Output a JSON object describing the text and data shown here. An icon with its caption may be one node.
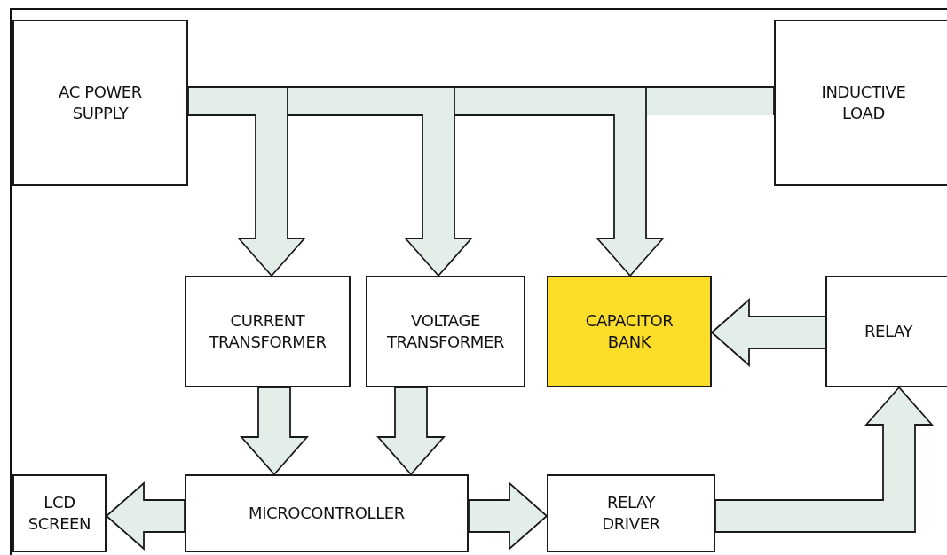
{
  "diagram": {
    "nodes": [
      {
        "text": [
          "AC POWER SUPPLY"
        ]
      },
      {
        "text": [
          "INDUCTIVE LOAD"
        ]
      },
      {
        "text": [
          "CURRENT TRANSFORMER"
        ]
      },
      {
        "text": [
          "VOLTAGE TRANSFORMER"
        ]
      },
      {
        "text": [
          "CAPACITOR BANK"
        ]
      },
      {
        "text": [
          "RELAY"
        ]
      },
      {
        "text": [
          "LCD SCREEN"
        ]
      },
      {
        "text": [
          "MICROCONTROLLER"
        ]
      },
      {
        "text": [
          "RELAY DRIVER"
        ]
      }
    ],
    "edges": [
      {
        "from": 0,
        "to": 1,
        "arrow": "none"
      },
      {
        "from": 0,
        "to": 2,
        "arrow": "to"
      },
      {
        "from": 0,
        "to": 3,
        "arrow": "to"
      },
      {
        "from": 0,
        "to": 4,
        "arrow": "to"
      },
      {
        "from": 5,
        "to": 4,
        "arrow": "to"
      },
      {
        "from": 2,
        "to": 7,
        "arrow": "to"
      },
      {
        "from": 3,
        "to": 7,
        "arrow": "to"
      },
      {
        "from": 7,
        "to": 6,
        "arrow": "to"
      },
      {
        "from": 7,
        "to": 8,
        "arrow": "to"
      },
      {
        "from": 8,
        "to": 5,
        "arrow": "to"
      }
    ]
  }
}
